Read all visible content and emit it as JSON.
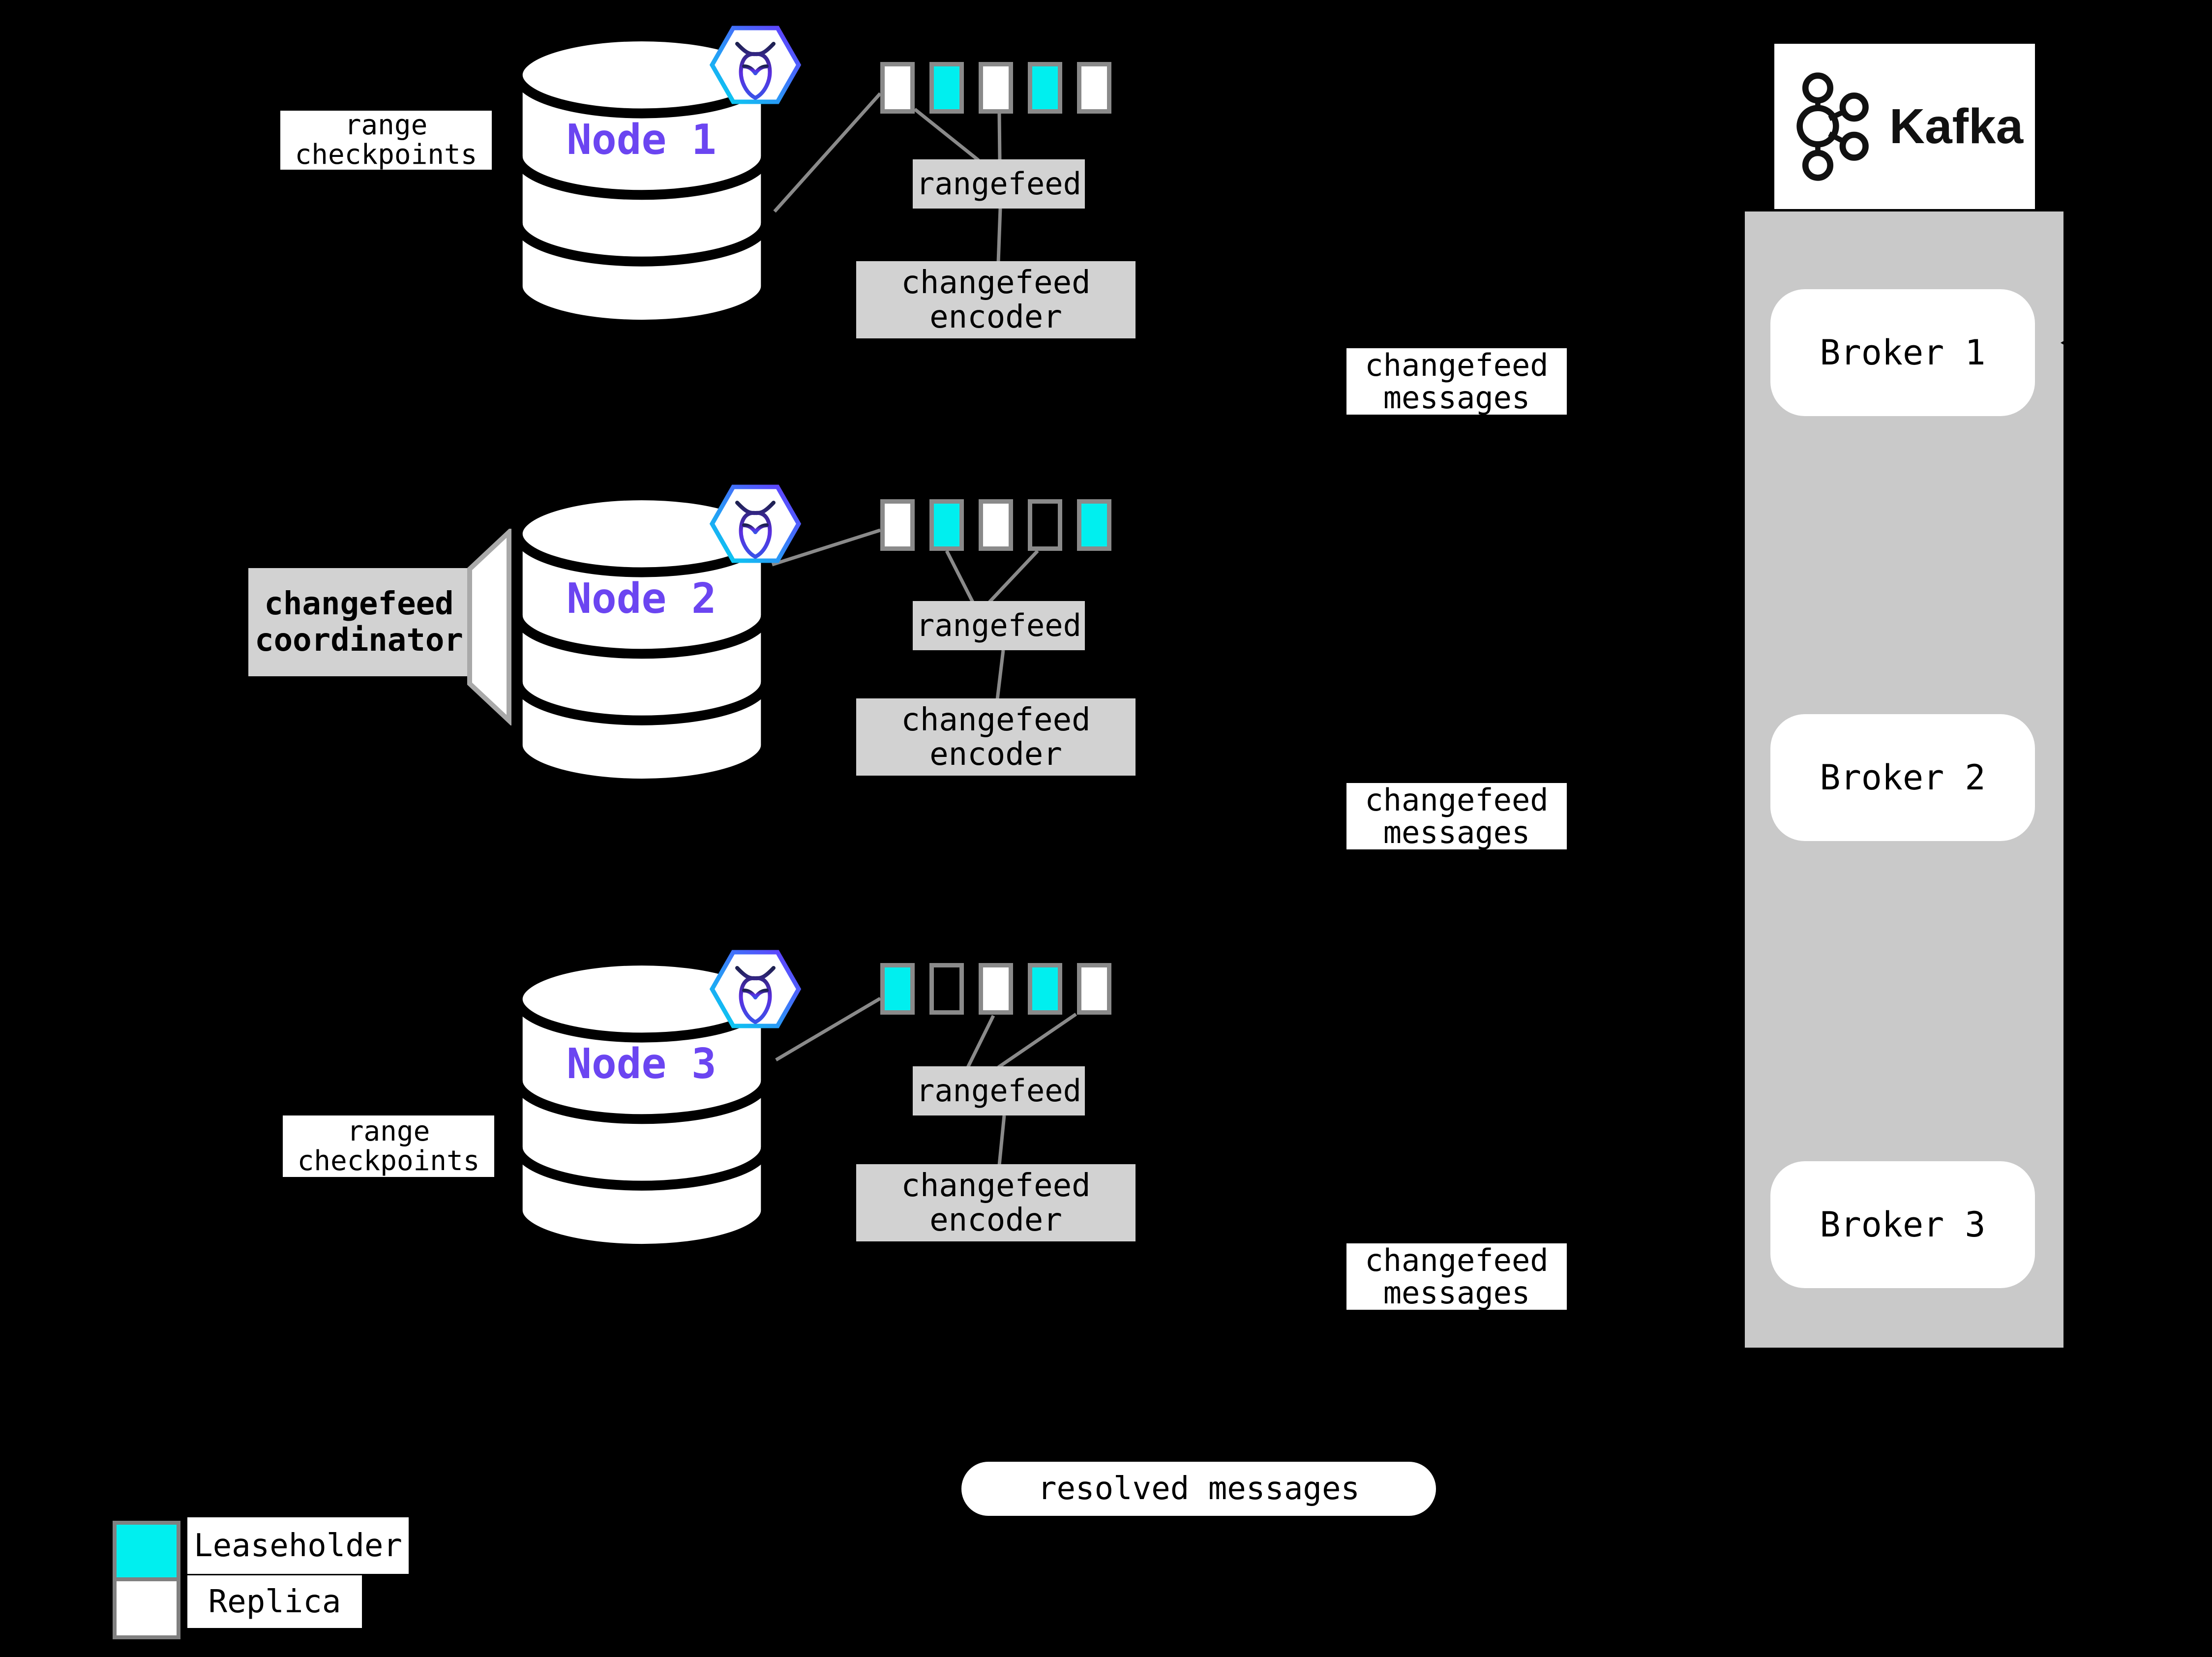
{
  "colors": {
    "leaseholder": "#00efef",
    "replica": "#ffffff",
    "node-label": "#6b45f1",
    "line": "#8a8a8a",
    "box-gray": "#d2d2d2",
    "container-gray": "#c9c9c9",
    "accent-purple": "#6933ff",
    "accent-cyan": "#00d8f0"
  },
  "icons": {
    "cockroachdb": "hexagon-bug-icon",
    "kafka": "kafka-circles-logo"
  },
  "labels": {
    "range_checkpoints": [
      "range",
      "checkpoints"
    ],
    "rangefeed": "rangefeed",
    "encoder": [
      "changefeed",
      "encoder"
    ],
    "messages": [
      "changefeed",
      "messages"
    ],
    "coordinator": [
      "changefeed",
      "coordinator"
    ],
    "resolved": "resolved messages"
  },
  "nodes": [
    {
      "label": "Node 1",
      "ranges": [
        "replica",
        "leaseholder",
        "replica",
        "leaseholder",
        "replica"
      ]
    },
    {
      "label": "Node 2",
      "ranges": [
        "replica",
        "leaseholder",
        "replica",
        "outline",
        "leaseholder"
      ]
    },
    {
      "label": "Node 3",
      "ranges": [
        "leaseholder",
        "outline",
        "replica",
        "leaseholder",
        "replica"
      ]
    }
  ],
  "kafka": {
    "title": "Kafka",
    "brokers": [
      "Broker 1",
      "Broker 2",
      "Broker 3"
    ]
  },
  "legend": [
    {
      "swatch": "leaseholder",
      "label": "Leaseholder"
    },
    {
      "swatch": "replica",
      "label": "Replica"
    }
  ]
}
